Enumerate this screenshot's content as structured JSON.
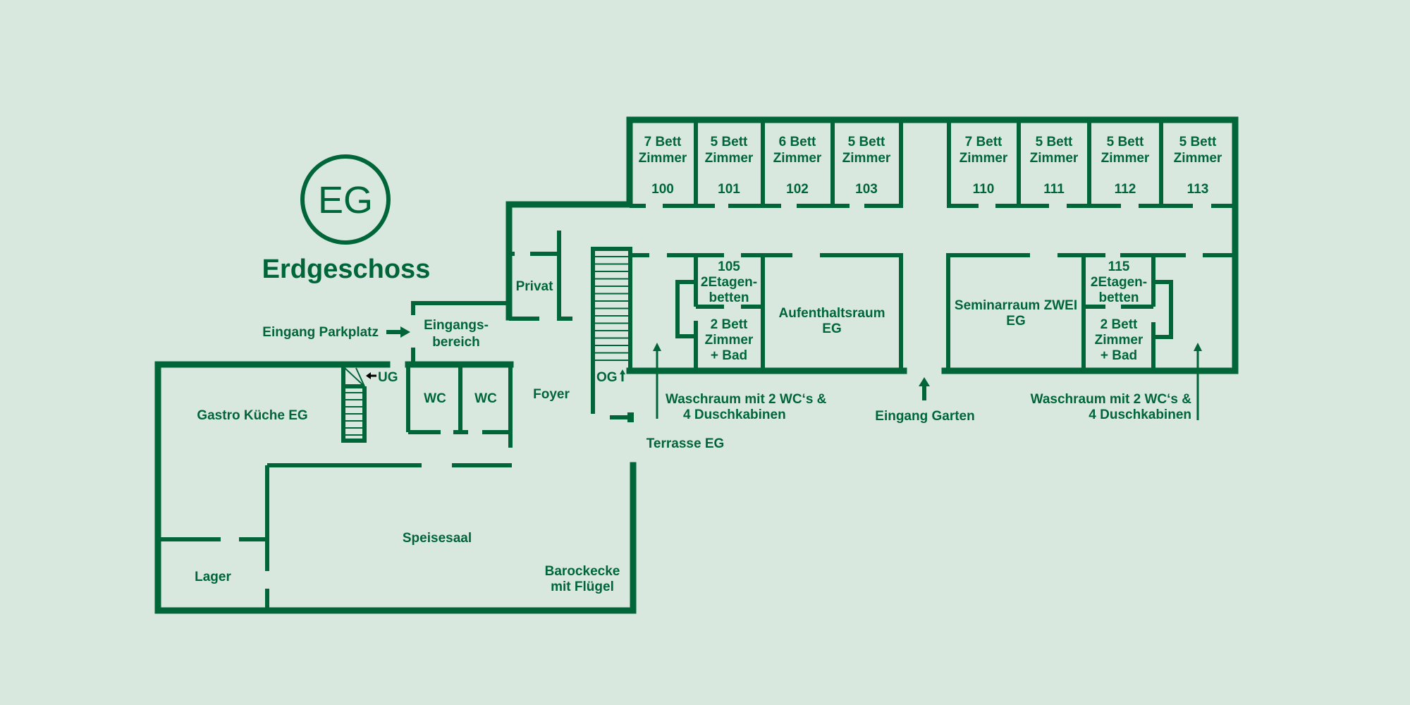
{
  "badge": "EG",
  "title": "Erdgeschoss",
  "colors": {
    "background": "#d9e8df",
    "walls": "#00663a"
  },
  "rooms_top": [
    {
      "line1": "7 Bett",
      "line2": "Zimmer",
      "number": "100"
    },
    {
      "line1": "5 Bett",
      "line2": "Zimmer",
      "number": "101"
    },
    {
      "line1": "6 Bett",
      "line2": "Zimmer",
      "number": "102"
    },
    {
      "line1": "5 Bett",
      "line2": "Zimmer",
      "number": "103"
    },
    {
      "line1": "7 Bett",
      "line2": "Zimmer",
      "number": "110"
    },
    {
      "line1": "5 Bett",
      "line2": "Zimmer",
      "number": "111"
    },
    {
      "line1": "5 Bett",
      "line2": "Zimmer",
      "number": "112"
    },
    {
      "line1": "5 Bett",
      "line2": "Zimmer",
      "number": "113"
    }
  ],
  "room105": {
    "number": "105",
    "line1": "2Etagen-",
    "line2": "betten"
  },
  "room115": {
    "number": "115",
    "line1": "2Etagen-",
    "line2": "betten"
  },
  "bad_left": {
    "line1": "2 Bett",
    "line2": "Zimmer",
    "line3": "+ Bad"
  },
  "bad_right": {
    "line1": "2 Bett",
    "line2": "Zimmer",
    "line3": "+ Bad"
  },
  "aufenthalt": {
    "line1": "Aufenthaltsraum",
    "line2": "EG"
  },
  "seminar": {
    "line1": "Seminarraum ZWEI",
    "line2": "EG"
  },
  "privat": "Privat",
  "eingangsbereich": {
    "line1": "Eingangs-",
    "line2": "bereich"
  },
  "eingang_parkplatz": "Eingang Parkplatz",
  "wc1": "WC",
  "wc2": "WC",
  "foyer": "Foyer",
  "og": "OG",
  "ug": "UG",
  "kueche": "Gastro Küche EG",
  "speisesaal": "Speisesaal",
  "lager": "Lager",
  "barockecke": {
    "line1": "Barockecke",
    "line2": "mit Flügel"
  },
  "terrasse": "Terrasse EG",
  "waschraum_left": {
    "line1": "Waschraum mit 2 WC‘s &",
    "line2": "4 Duschkabinen"
  },
  "waschraum_right": {
    "line1": "Waschraum mit 2 WC‘s &",
    "line2": "4 Duschkabinen"
  },
  "eingang_garten": "Eingang Garten"
}
